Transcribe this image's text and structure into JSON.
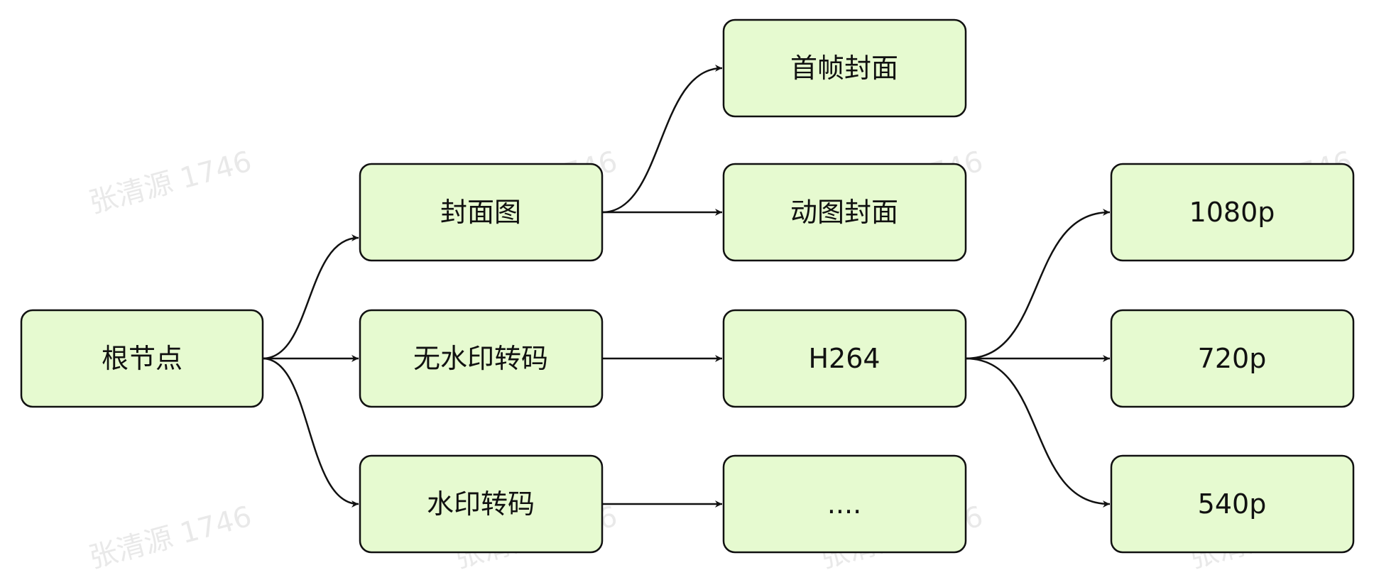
{
  "nodes": {
    "root": "根节点",
    "cover": "封面图",
    "no_watermark": "无水印转码",
    "watermark": "水印转码",
    "first_frame_cover": "首帧封面",
    "animated_cover": "动图封面",
    "h264": "H264",
    "ellipsis": "....",
    "r1080": "1080p",
    "r720": "720p",
    "r540": "540p"
  },
  "watermark_text": "张清源 1746",
  "colors": {
    "node_fill": "#e6fad0",
    "stroke": "#111111",
    "watermark": "#cfcfcf"
  }
}
